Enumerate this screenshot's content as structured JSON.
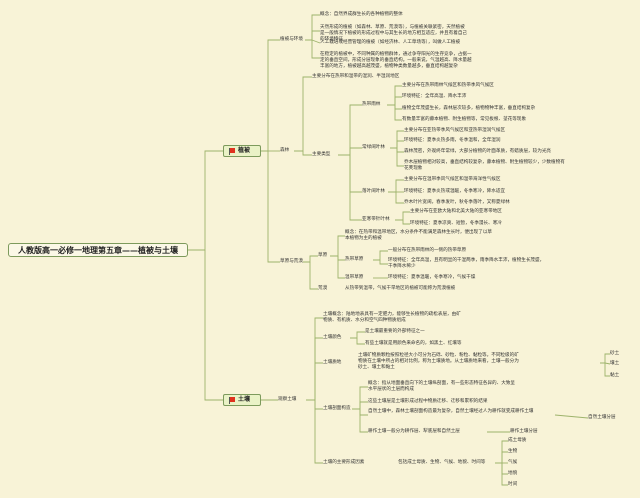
{
  "root": "人教版高一必修一地理第五章——植被与土壤",
  "vegetation": {
    "title": "植被",
    "env": {
      "label": "植被与环境",
      "concept": "概念：自然界成群生长的各种植物的整体",
      "natural": "天然形成的植被（如森林、草原、荒漠等），与植被关联紧密，天然植被是一般情况下植被的形成过程中与其生长的地方相互适应，并且有着自己的环境特征",
      "artificial": "人工栽培或经营管理的植被（如经济林、人工草场等），叫做人工植被",
      "adapt": "在稳定的植被中，不同种属的植物群体，通过争夺阳光的生存竞争，占据一定的垂直空间，形成分层现象的垂直结构。一般来说，气温越高、降水量越丰富的地方，植被越高越茂盛，植物种类数量越多，垂直结构越复杂"
    },
    "forest": {
      "label": "森林",
      "dist": "主要分布在热带和温带的湿润、半湿润地区",
      "types_label": "主要类型",
      "rain": {
        "label": "热带雨林",
        "items": [
          "主要分布在热带雨林气候区和热带季风气候区",
          "环境特征：全年高温、降水丰沛",
          "植物全年茂盛生长，森林层次较多，植物物种丰富，垂直结构复杂",
          "有数量丰富的藤本植物、附生植物等，常见板根、茎花等现象"
        ]
      },
      "evergreen": {
        "label": "常绿阔叶林",
        "items": [
          "主要分布在亚热带季风气候区和亚热带湿润气候区",
          "环境特征：夏季炎热多雨，冬季温和，全年湿润",
          "森林茂密，外观终年常绿，大部分植物的叶面革质，有蜡质层，较为光亮",
          "乔木层植物相对较高，垂直结构较复杂，藤本植物、附生植物较少，少数植物有花荚现象"
        ]
      },
      "deciduous": {
        "label": "落叶阔叶林",
        "items": [
          "主要分布在温带季风气候区和温带海洋性气候区",
          "环境特征：夏季炎热或温暖，冬季寒冷，降水适宜",
          "乔木叶片宽阔，春季发叶，秋冬季落叶，又称夏绿林"
        ]
      },
      "conifer": {
        "label": "亚寒带针叶林",
        "items": [
          "主要分布在亚欧大陆和北美大陆的亚寒带地区",
          "环境特征：夏季凉爽、短暂，冬季漫长、寒冷"
        ]
      }
    },
    "grass": {
      "label": "草原与荒漠",
      "prairie": {
        "label": "草原",
        "concept": "概念：在热带和温带地区，水分条件不能满足森林生长时，便出现了以草本植物为主的植被",
        "tropical": {
          "label": "热带草原",
          "items": [
            "一般分布在热带雨林的一侧的热带草原",
            "环境特征：全年高温，且有明显的干湿两季，雨季降水丰沛，植物生长茂盛，干季降水稀少"
          ]
        },
        "temperate": {
          "label": "温带草原",
          "items": [
            "环境特征：夏季温暖，冬季寒冷，气候干燥"
          ]
        }
      },
      "desert": {
        "label": "荒漠",
        "text": "从热带到温带，气候干旱地区的植被可能称为荒漠植被"
      }
    }
  },
  "soil": {
    "title": "土壤",
    "observe_label": "观察土壤",
    "concept": "土壤概念：陆地地表具有一定肥力，能够生长植物的疏松表层，由矿物质、有机质、水分和空气四种物质组成",
    "color": {
      "label": "土壤颜色",
      "items": [
        "是土壤最重要的外部特征之一",
        "有些土壤就是用颜色来命名的，如黑土、红壤等"
      ]
    },
    "texture": {
      "label": "土壤质地",
      "text": "土壤矿物质颗粒按照粒径大小可分为石砾、砂粒、粉粒、黏粒等。不同粒级的矿物质在土壤中所占的相对比例，称为土壤质地。从土壤质地来看，土壤一般分为砂土、壤土和黏土",
      "types": [
        "砂土",
        "壤土",
        "黏土"
      ]
    },
    "profile": {
      "label": "土壤剖面构造",
      "concept": "概念：指从地面垂直向下的土壤纵剖面，有一些形态特征各异的、大致呈水平层状的土层而构成",
      "items": [
        "这些土壤层是土壤形成过程中物质迁移、迁移和累积的结果",
        "自然土壤中，森林土壤剖面构造最为复杂，自然土壤经过人为耕作就变成耕作土壤"
      ],
      "natural_profile": "自然土壤分层",
      "cultivated": "耕作土壤一般分为耕作层、犁底层和自然土层",
      "cultivated_profile": "耕作土壤分层"
    },
    "factors": {
      "label": "土壤的主要形成因素",
      "text": "包括成土母质、生物、气候、地貌、时间等",
      "items": [
        "成土母质",
        "生物",
        "气候",
        "地貌",
        "时间"
      ]
    }
  },
  "colors": {
    "line": "#9db36b",
    "box_border": "#7d9a5c",
    "box_fill": "#eaf2c6",
    "flag": "#e0321e",
    "bg": "#f8f3d7"
  }
}
